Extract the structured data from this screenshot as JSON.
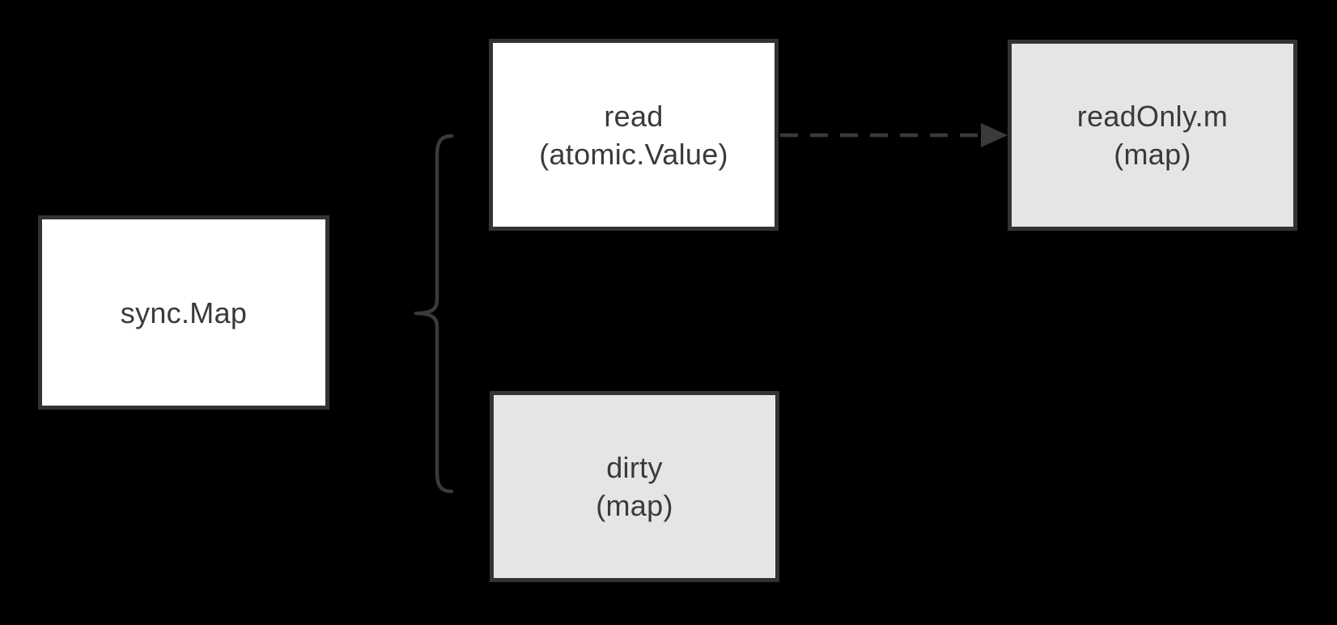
{
  "colors": {
    "background": "#000000",
    "node_white": "#ffffff",
    "node_gray": "#e5e5e5",
    "border": "#333333",
    "text": "#3a3a3a",
    "connector": "#3a3a3a"
  },
  "nodes": {
    "sync_map": {
      "label": "sync.Map",
      "sublabel": ""
    },
    "read": {
      "label": "read",
      "sublabel": "(atomic.Value)"
    },
    "read_only_m": {
      "label": "readOnly.m",
      "sublabel": "(map)"
    },
    "dirty": {
      "label": "dirty",
      "sublabel": "(map)"
    }
  },
  "connectors": {
    "brace": {
      "type": "curly-brace",
      "from": "sync_map",
      "to": "read, dirty"
    },
    "arrow": {
      "type": "dashed-arrow",
      "from": "read",
      "to": "read_only_m"
    }
  }
}
